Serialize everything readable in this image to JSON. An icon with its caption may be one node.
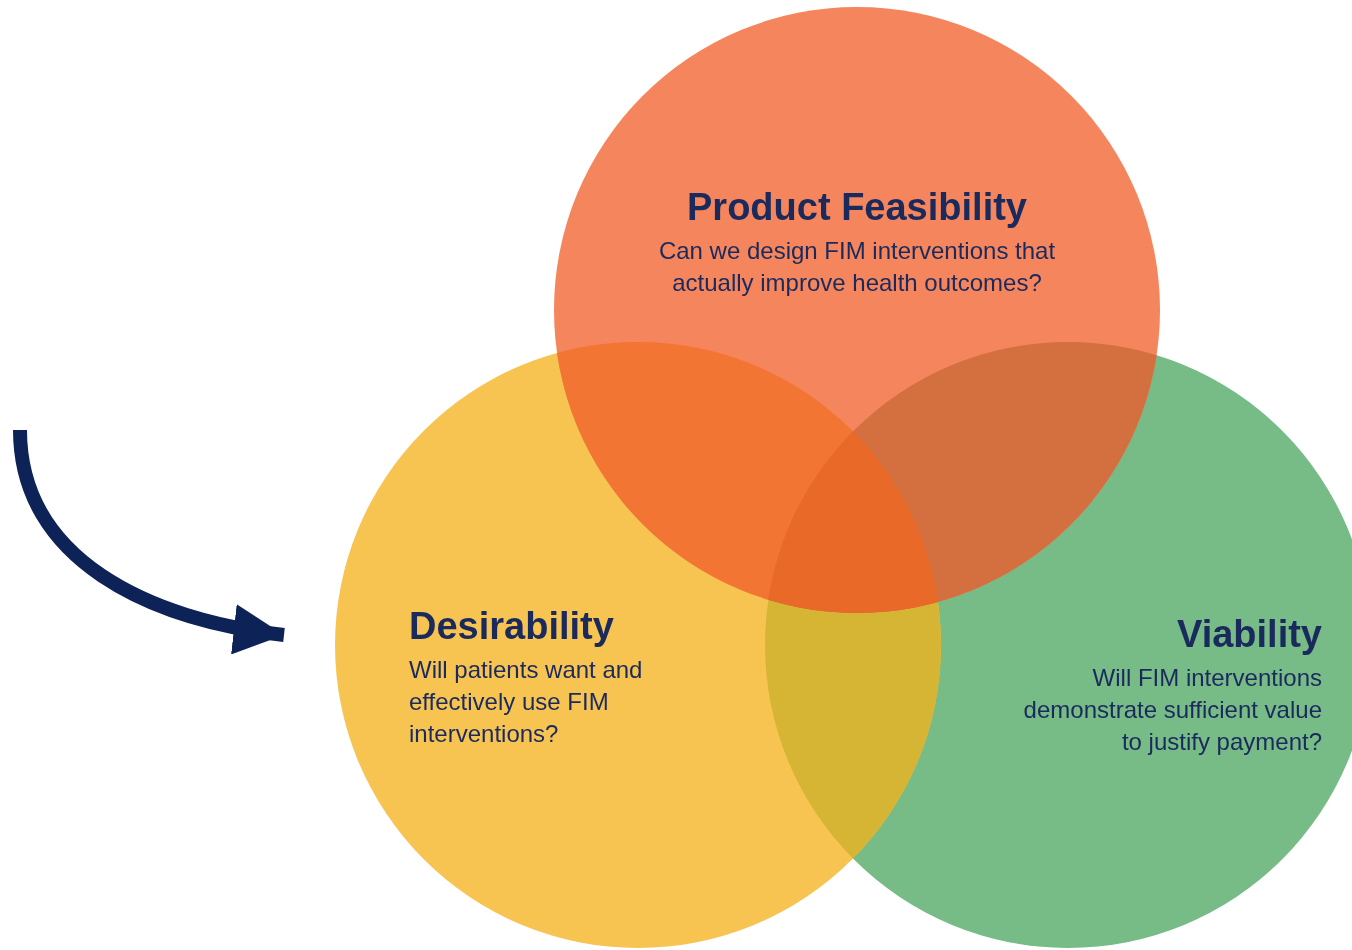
{
  "diagram": {
    "nodes": [
      {
        "text": [
          "Product Feasibility",
          "Can we design FIM interventions that actually improve health outcomes?"
        ]
      },
      {
        "text": [
          "Desirability",
          "Will patients want and effectively use FIM interventions?"
        ]
      },
      {
        "text": [
          "Viability",
          "Will FIM interventions demonstrate sufficient value to justify payment?"
        ]
      }
    ],
    "edges": [
      {
        "from": null,
        "to": 1,
        "arrow": "to"
      }
    ]
  }
}
